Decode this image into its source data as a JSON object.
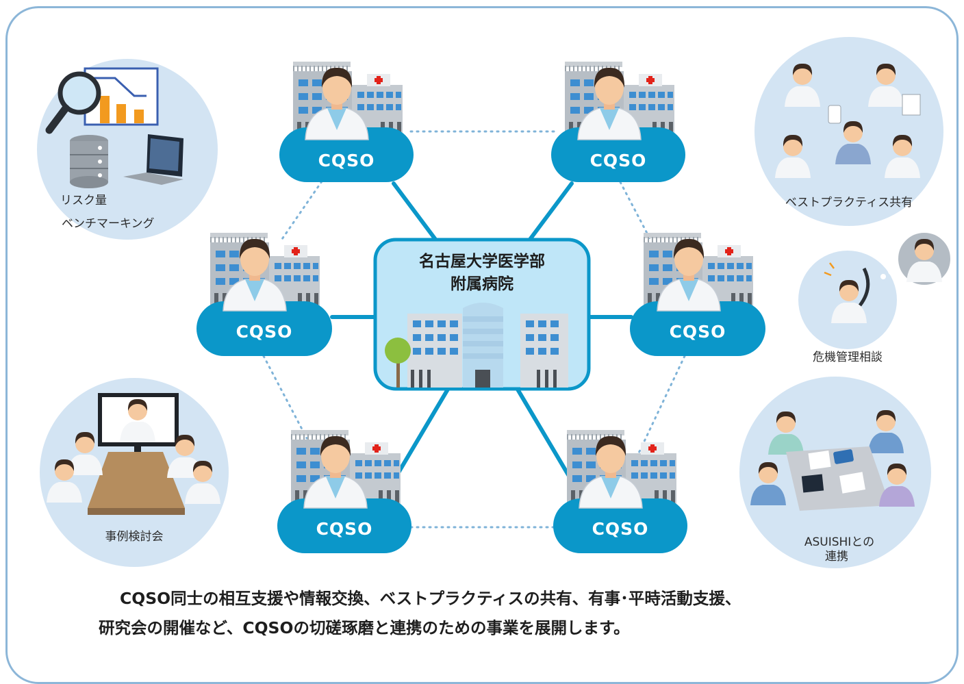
{
  "hub": {
    "title_line1": "名古屋大学医学部",
    "title_line2": "附属病院"
  },
  "nodes": [
    {
      "label": "CQSO"
    },
    {
      "label": "CQSO"
    },
    {
      "label": "CQSO"
    },
    {
      "label": "CQSO"
    },
    {
      "label": "CQSO"
    },
    {
      "label": "CQSO"
    }
  ],
  "activities": {
    "risk_benchmark_line1": "リスク量",
    "risk_benchmark_line2": "ベンチマーキング",
    "best_practice": "ベストプラクティス共有",
    "crisis_consult": "危機管理相談",
    "case_review": "事例検討会",
    "asuishi_line1": "ASUISHIとの",
    "asuishi_line2": "連携"
  },
  "caption": {
    "line1": "CQSO同士の相互支援や情報交換、ベストプラクティスの共有、有事･平時活動支援、",
    "line2": "研究会の開催など、CQSOの切磋琢磨と連携のための事業を展開します。"
  },
  "colors": {
    "frame": "#8cb6d8",
    "node_cloud": "#0b97c9",
    "connector": "#0b97c9",
    "dotted_link": "#7fb3d8",
    "hub_fill": "#bfe6f8",
    "activity_circle": "#d3e4f3"
  }
}
